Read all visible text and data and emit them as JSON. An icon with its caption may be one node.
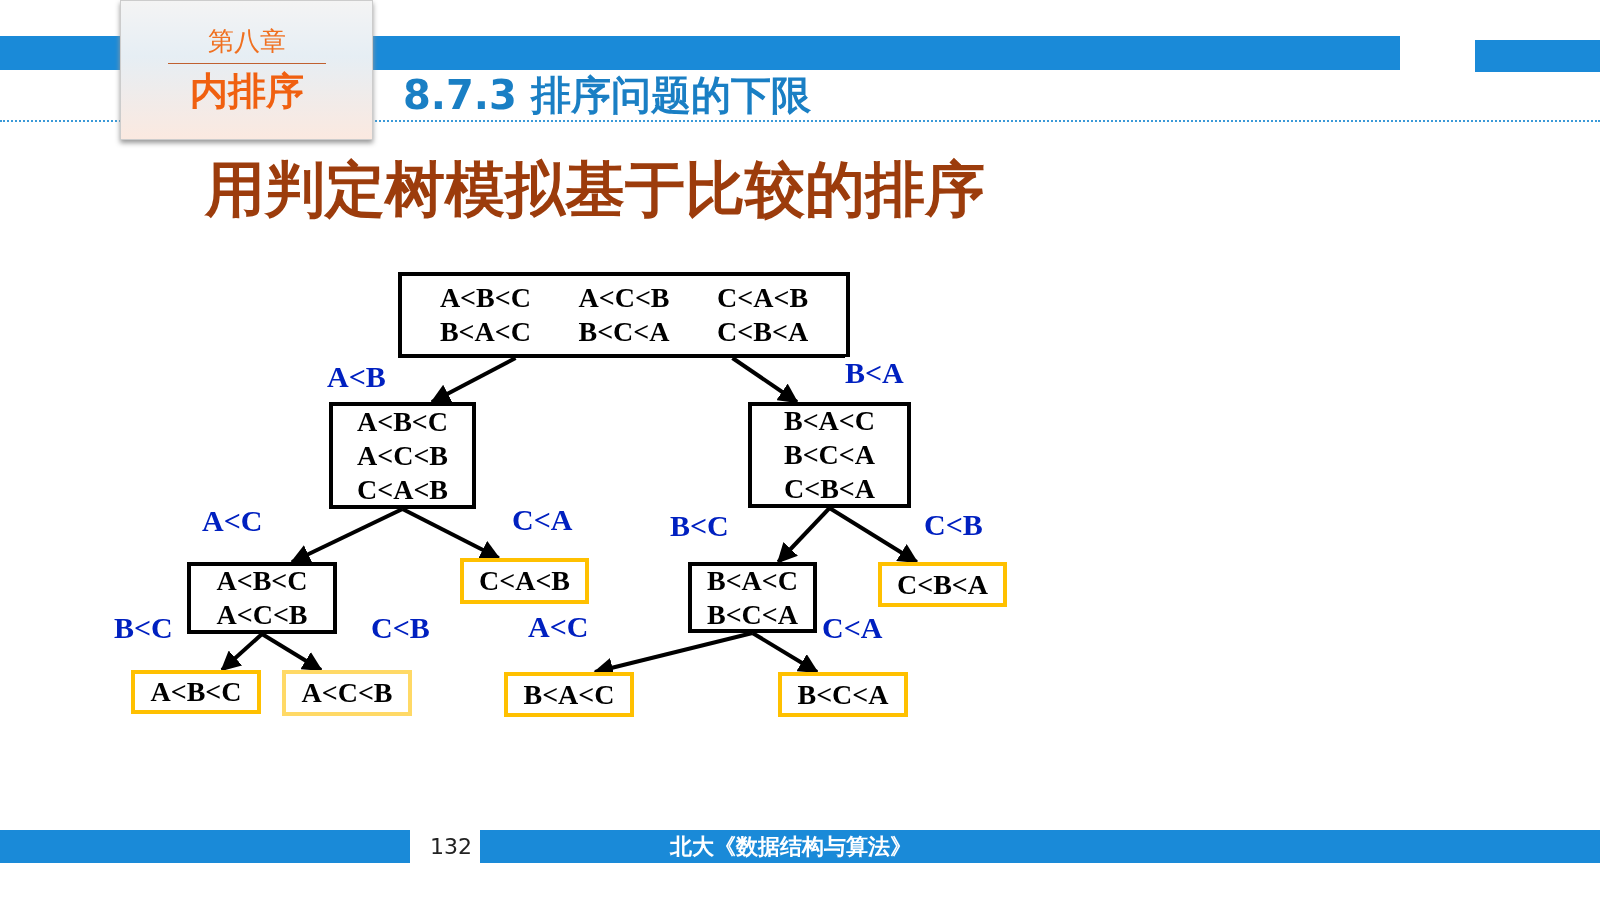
{
  "diagram": {
    "title": "用判定树模拟基于比较的排序",
    "nodes": [
      {
        "text": [
          "A<B<C",
          "A<C<B",
          "C<A<B",
          "B<A<C",
          "B<C<A",
          "C<B<A"
        ]
      },
      {
        "text": [
          "A<B<C",
          "A<C<B",
          "C<A<B"
        ]
      },
      {
        "text": [
          "B<A<C",
          "B<C<A",
          "C<B<A"
        ]
      },
      {
        "text": [
          "A<B<C",
          "A<C<B"
        ]
      },
      {
        "text": [
          "C<A<B"
        ]
      },
      {
        "text": [
          "B<A<C",
          "B<C<A"
        ]
      },
      {
        "text": [
          "C<B<A"
        ]
      },
      {
        "text": [
          "A<B<C"
        ]
      },
      {
        "text": [
          "A<C<B"
        ]
      },
      {
        "text": [
          "B<A<C"
        ]
      },
      {
        "text": [
          "B<C<A"
        ]
      },
      {
        "text": [
          "第八章",
          "内排序"
        ]
      }
    ],
    "edges": [
      {
        "from": 0,
        "to": 1,
        "arrow": "to",
        "label": "A<B"
      },
      {
        "from": 0,
        "to": 2,
        "arrow": "to",
        "label": "B<A"
      },
      {
        "from": 1,
        "to": 3,
        "arrow": "to",
        "label": "A<C"
      },
      {
        "from": 1,
        "to": 4,
        "arrow": "to",
        "label": "C<A"
      },
      {
        "from": 2,
        "to": 5,
        "arrow": "to",
        "label": "B<C"
      },
      {
        "from": 2,
        "to": 6,
        "arrow": "to",
        "label": "C<B"
      },
      {
        "from": 3,
        "to": 7,
        "arrow": "to",
        "label": "B<C"
      },
      {
        "from": 3,
        "to": 8,
        "arrow": "to",
        "label": "C<B"
      },
      {
        "from": 5,
        "to": 9,
        "arrow": "to",
        "label": "A<C"
      },
      {
        "from": 5,
        "to": 10,
        "arrow": "to",
        "label": "C<A"
      }
    ],
    "labels": [
      "8.7.3 排序问题的下限",
      "132",
      "北大《数据结构与算法》"
    ]
  }
}
